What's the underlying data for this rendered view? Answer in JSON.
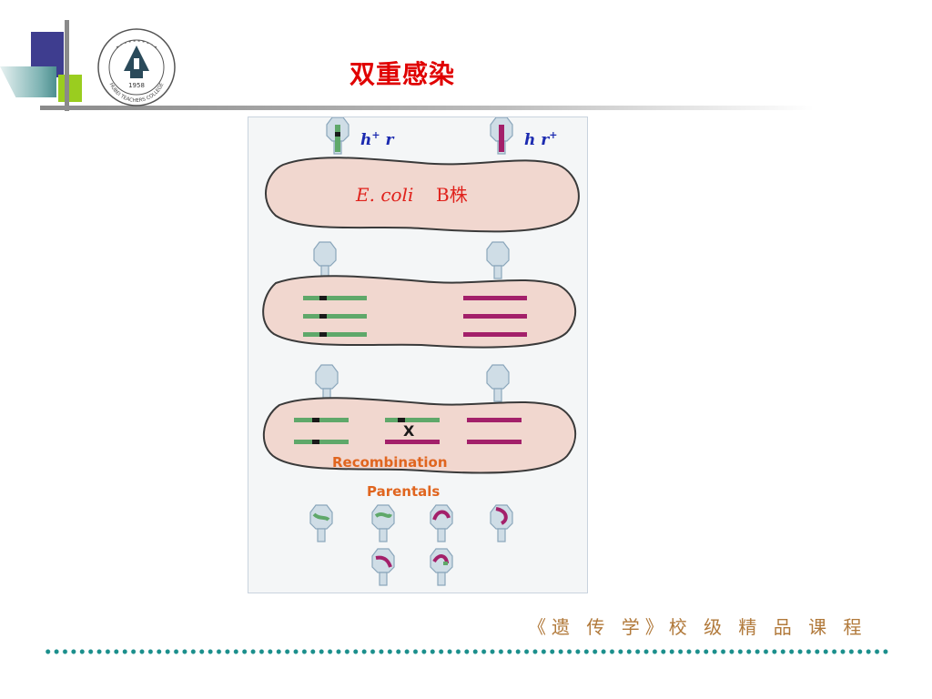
{
  "slide": {
    "title": "双重感染",
    "footer": "《遗 传 学》校 级 精 品 课 程"
  },
  "logo": {
    "year": "1958",
    "ring_text": "HUBEI TEACHERS COLLEGE"
  },
  "diagram": {
    "cell_label_species": "E. coli",
    "cell_label_strain": "B株",
    "phage_left_genotype": [
      "h",
      "+",
      " r"
    ],
    "phage_right_genotype": [
      "h r",
      "+"
    ],
    "recombination_label": "Recombination",
    "parentals_label": "Parentals",
    "crossover_mark": "X",
    "colors": {
      "hr_plus_phage": "#5fa86a",
      "h_plus_r_phage": "#a3206a",
      "cell_fill": "#f1d7cf",
      "gene_label": "#1c2bb0",
      "annotation": "#e0651f"
    }
  },
  "colors": {
    "title": "#e00000",
    "footer": "#b1793a",
    "dots": "#1b8f8c"
  }
}
